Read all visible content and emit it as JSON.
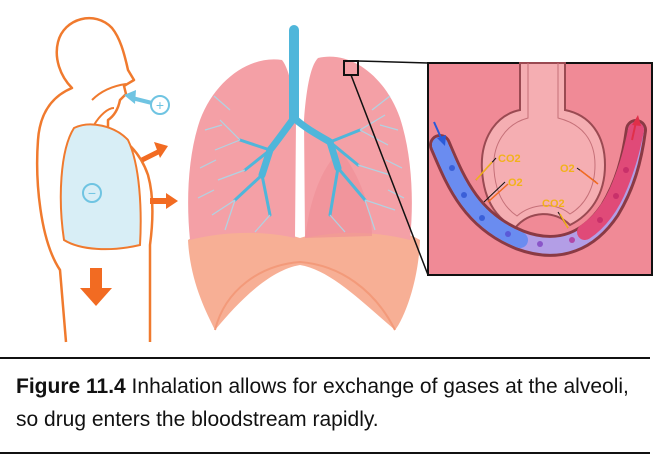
{
  "figure": {
    "labels": {
      "plus": "+",
      "minus": "−",
      "co2_a": "CO2",
      "o2_a": "O2",
      "o2_b": "O2",
      "co2_b": "CO2"
    },
    "colors": {
      "body_outline": "#f07a2e",
      "arrow_orange": "#f26b22",
      "air_blue": "#6fc4e2",
      "lung_pink": "#f4a0a6",
      "bronchi_blue": "#4fb6da",
      "alveolus_bg": "#f08a96",
      "gas_label": "#f2b21a",
      "frame": "#111111"
    }
  },
  "caption": {
    "figure_number": "Figure 11.4",
    "text": " Inhalation allows for exchange of gases at the alveoli, so drug enters the bloodstream rapidly."
  }
}
